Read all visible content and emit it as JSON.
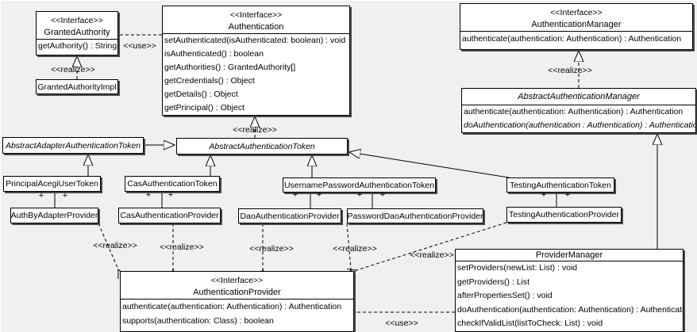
{
  "colors": {
    "background": "#f0f0f0",
    "box_fill": "#ffffff",
    "line": "#000000",
    "shadow": "#4a4a4a"
  },
  "edge_labels": {
    "use": "<<use>>",
    "realize": "<<realize>>"
  },
  "multiplicity": {
    "plus": "+"
  },
  "classes": {
    "granted_authority": {
      "stereotype": "<<Interface>>",
      "name": "GrantedAuthority",
      "methods": [
        "getAuthority() : String"
      ]
    },
    "granted_authority_impl": {
      "name": "GrantedAuthorityImpl"
    },
    "authentication": {
      "stereotype": "<<Interface>>",
      "name": "Authentication",
      "methods": [
        "setAuthenticated(isAuthenticated: boolean) : void",
        "isAuthenticated() : boolean",
        "getAuthorities() : GrantedAuthority[]",
        "getCredentials() : Object",
        "getDetails() : Object",
        "getPrincipal() : Object"
      ]
    },
    "authentication_manager": {
      "stereotype": "<<Interface>>",
      "name": "AuthenticationManager",
      "methods": [
        "authenticate(authentication: Authentication) : Authentication"
      ]
    },
    "abstract_authentication_manager": {
      "name": "AbstractAuthenticationManager",
      "methods": [
        "authenticate(authentication: Authentication) : Authentication",
        "doAuthentication(authentication : Authentication) : Authentication"
      ]
    },
    "abstract_adapter_authentication_token": {
      "name": "AbstractAdapterAuthenticationToken"
    },
    "abstract_authentication_token": {
      "name": "AbstractAuthenticationToken"
    },
    "principal_acegi_user_token": {
      "name": "PrincipalAcegiUserToken"
    },
    "cas_authentication_token": {
      "name": "CasAuthenticationToken"
    },
    "username_password_authentication_token": {
      "name": "UsernamePasswordAuthenticationToken"
    },
    "testing_authentication_token": {
      "name": "TestingAuthenticationToken"
    },
    "auth_by_adapter_provider": {
      "name": "AuthByAdapterProvider"
    },
    "cas_authentication_provider": {
      "name": "CasAuthenticationProvider"
    },
    "dao_authentication_provider": {
      "name": "DaoAuthenticationProvider"
    },
    "password_dao_authentication_provider": {
      "name": "PasswordDaoAuthenticationProvider"
    },
    "testing_authentication_provider": {
      "name": "TestingAuthenticationProvider"
    },
    "authentication_provider": {
      "stereotype": "<<Interface>>",
      "name": "AuthenticationProvider",
      "methods": [
        "authenticate(authentication: Authentication) : Authentication",
        "supports(authentication: Class) : boolean"
      ]
    },
    "provider_manager": {
      "name": "ProviderManager",
      "methods": [
        "setProviders(newList: List) : void",
        "getProviders() : List",
        "afterPropertiesSet() : void",
        "doAuthentication(authentication: Authentication) : Authentication",
        "checkIfValidList(listToCheck: List) : void"
      ]
    }
  }
}
